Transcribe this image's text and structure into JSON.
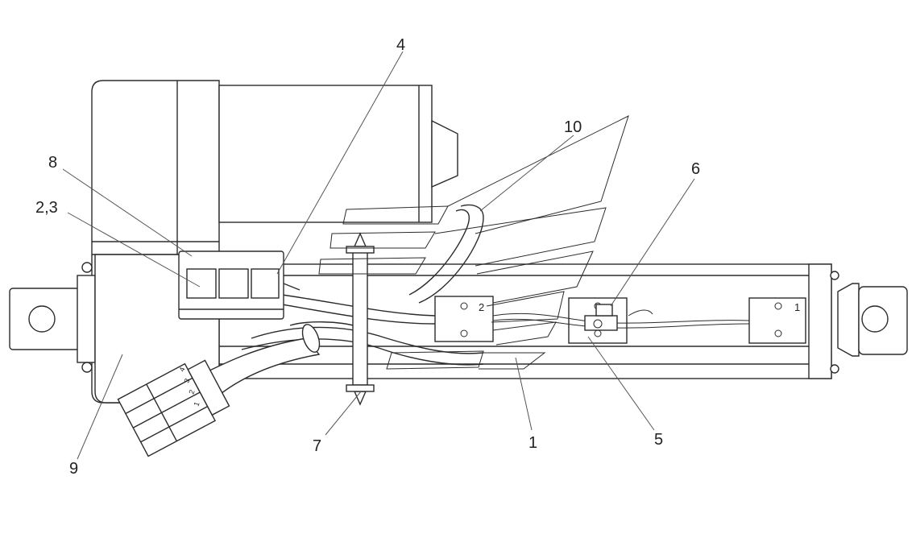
{
  "diagram": {
    "callouts": [
      {
        "id": "c1",
        "label": "1"
      },
      {
        "id": "c23",
        "label": "2,3"
      },
      {
        "id": "c4",
        "label": "4"
      },
      {
        "id": "c5",
        "label": "5"
      },
      {
        "id": "c6",
        "label": "6"
      },
      {
        "id": "c7",
        "label": "7"
      },
      {
        "id": "c8",
        "label": "8"
      },
      {
        "id": "c9",
        "label": "9"
      },
      {
        "id": "c10",
        "label": "10"
      }
    ],
    "connector_pins": [
      "1",
      "2",
      "3",
      "4"
    ],
    "inline_marks": [
      "2",
      "1"
    ]
  },
  "colors": {
    "line": "#2b2b2b",
    "background": "#ffffff"
  }
}
